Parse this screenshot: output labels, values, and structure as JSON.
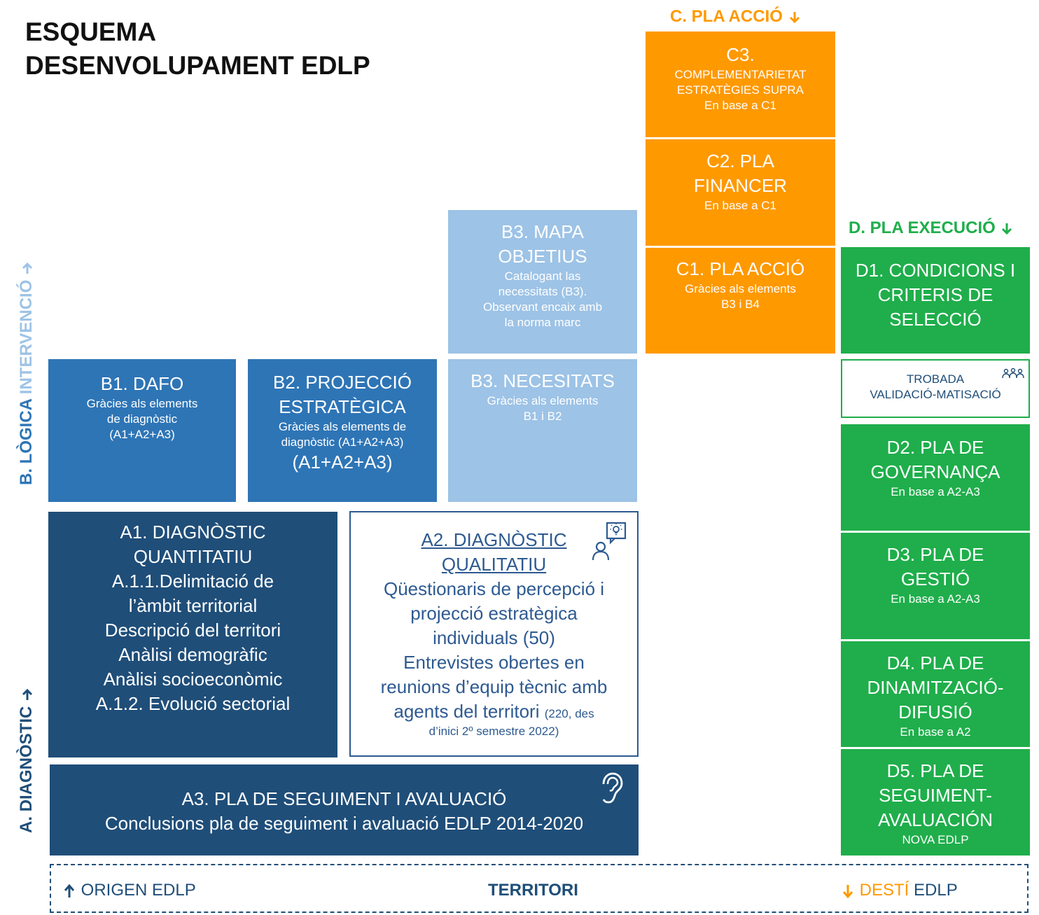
{
  "title": [
    "ESQUEMA",
    "DESENVOLUPAMENT EDLP"
  ],
  "axis_labels": {
    "a_prefix": "A. ",
    "a_main": "DIAGNÒSTIC",
    "b_prefix": "B. ",
    "b_main": "LÒGICA ",
    "b_light": "INTERVENCIÓ"
  },
  "headers": {
    "c": "C. PLA ACCIÓ",
    "d": "D. PLA EXECUCIÓ"
  },
  "boxes": {
    "a1": {
      "title": [
        "A1. DIAGNÒSTIC",
        "QUANTITATIU"
      ],
      "body": [
        "A.1.1.Delimitació de",
        "l’àmbit territorial",
        "Descripció del territori",
        "Anàlisi demogràfic",
        "Anàlisi socioeconòmic",
        "A.1.2. Evolució sectorial"
      ]
    },
    "a2": {
      "title": [
        "A2. DIAGNÒSTIC",
        "QUALITATIU"
      ],
      "body": [
        "Qüestionaris de percepció i",
        "projecció estratègica",
        "individuals (50)",
        "Entrevistes obertes en",
        "reunions d’equip tècnic amb"
      ],
      "last_main": "agents del territori ",
      "last_small": "(220, des",
      "note": "d’inici 2º semestre 2022)",
      "icon": "person-lightbulb-icon"
    },
    "a3": {
      "title": "A3. PLA DE SEGUIMENT I AVALUACIÓ",
      "body": "Conclusions pla de seguiment i avaluació EDLP 2014-2020",
      "icon": "ear-icon"
    },
    "b1": {
      "title": "B1. DAFO",
      "body": [
        "Gràcies als elements",
        "de diagnòstic",
        "(A1+A2+A3)"
      ]
    },
    "b2": {
      "title": [
        "B2. PROJECCIÓ",
        "ESTRATÈGICA"
      ],
      "body": [
        "Gràcies als elements de",
        "diagnòstic (A1+A2+A3)"
      ],
      "extra": "(A1+A2+A3)"
    },
    "b3n": {
      "title": "B3. NECESITATS",
      "body": [
        "Gràcies als elements",
        "B1 i B2"
      ]
    },
    "b3m": {
      "title": [
        "B3. MAPA",
        "OBJETIUS"
      ],
      "body": [
        "Catalogant las",
        "necessitats (B3).",
        "Observant encaix amb",
        "la  norma marc"
      ]
    },
    "c1": {
      "title": "C1. PLA ACCIÓ",
      "body": [
        "Gràcies als elements",
        "B3 i B4"
      ]
    },
    "c2": {
      "title": [
        "C2. PLA",
        "FINANCER"
      ],
      "body": [
        "En base a C1"
      ]
    },
    "c3": {
      "title": "C3.",
      "body": [
        "COMPLEMENTARIETAT",
        "ESTRATÈGIES SUPRA",
        "En base a C1"
      ]
    },
    "d1": {
      "title": [
        "D1. CONDICIONS I",
        "CRITERIS DE",
        "SELECCIÓ"
      ]
    },
    "trobada": {
      "lines": [
        "TROBADA",
        "VALIDACIÓ-MATISACIÓ"
      ],
      "icon": "people-icon"
    },
    "d2": {
      "title": [
        "D2. PLA DE",
        "GOVERNANÇA"
      ],
      "body": [
        "En base a A2-A3"
      ]
    },
    "d3": {
      "title": [
        "D3. PLA DE",
        "GESTIÓ"
      ],
      "body": [
        "En base a A2-A3"
      ]
    },
    "d4": {
      "title": [
        "D4. PLA DE",
        "DINAMITZACIÓ-",
        "DIFUSIÓ"
      ],
      "body": [
        "En base a A2"
      ]
    },
    "d5": {
      "title": [
        "D5. PLA DE",
        "SEGUIMENT-",
        "AVALUACIÓN"
      ],
      "body": [
        "NOVA EDLP"
      ]
    }
  },
  "footer": {
    "origen": "ORIGEN EDLP",
    "territori": "TERRITORI",
    "desti_orange": "DESTÍ",
    "desti_blue": " EDLP"
  },
  "colors": {
    "dark_navy": "#1f4e79",
    "mid_blue": "#2e75b6",
    "light_blue": "#9dc3e6",
    "orange": "#ff9900",
    "green": "#1fae4b",
    "text_blue": "#2e5a91"
  }
}
